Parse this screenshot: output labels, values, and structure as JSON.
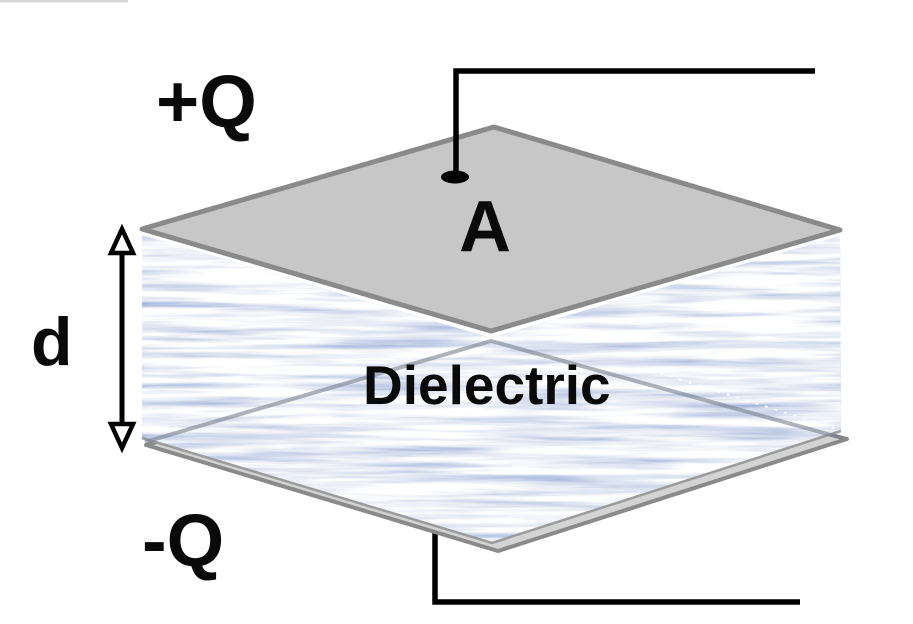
{
  "figure": {
    "name": "Parallel-plate capacitor with dielectric diagram",
    "labels": {
      "top_charge": "+Q",
      "plate_area": "A",
      "plate_separation": "d",
      "dielectric": "Dielectric",
      "bottom_charge": "-Q"
    },
    "colors": {
      "background": "#ffffff",
      "top_plate_fill": "#c7c7c7",
      "bottom_plate_fill": "#d3d3d3",
      "plate_edge": "#8a8a8a",
      "dielectric_blue": "#7d9ed2",
      "dielectric_streak_white": "#ffffff",
      "wire": "#000000",
      "label_text": "#0a0a0a"
    }
  }
}
